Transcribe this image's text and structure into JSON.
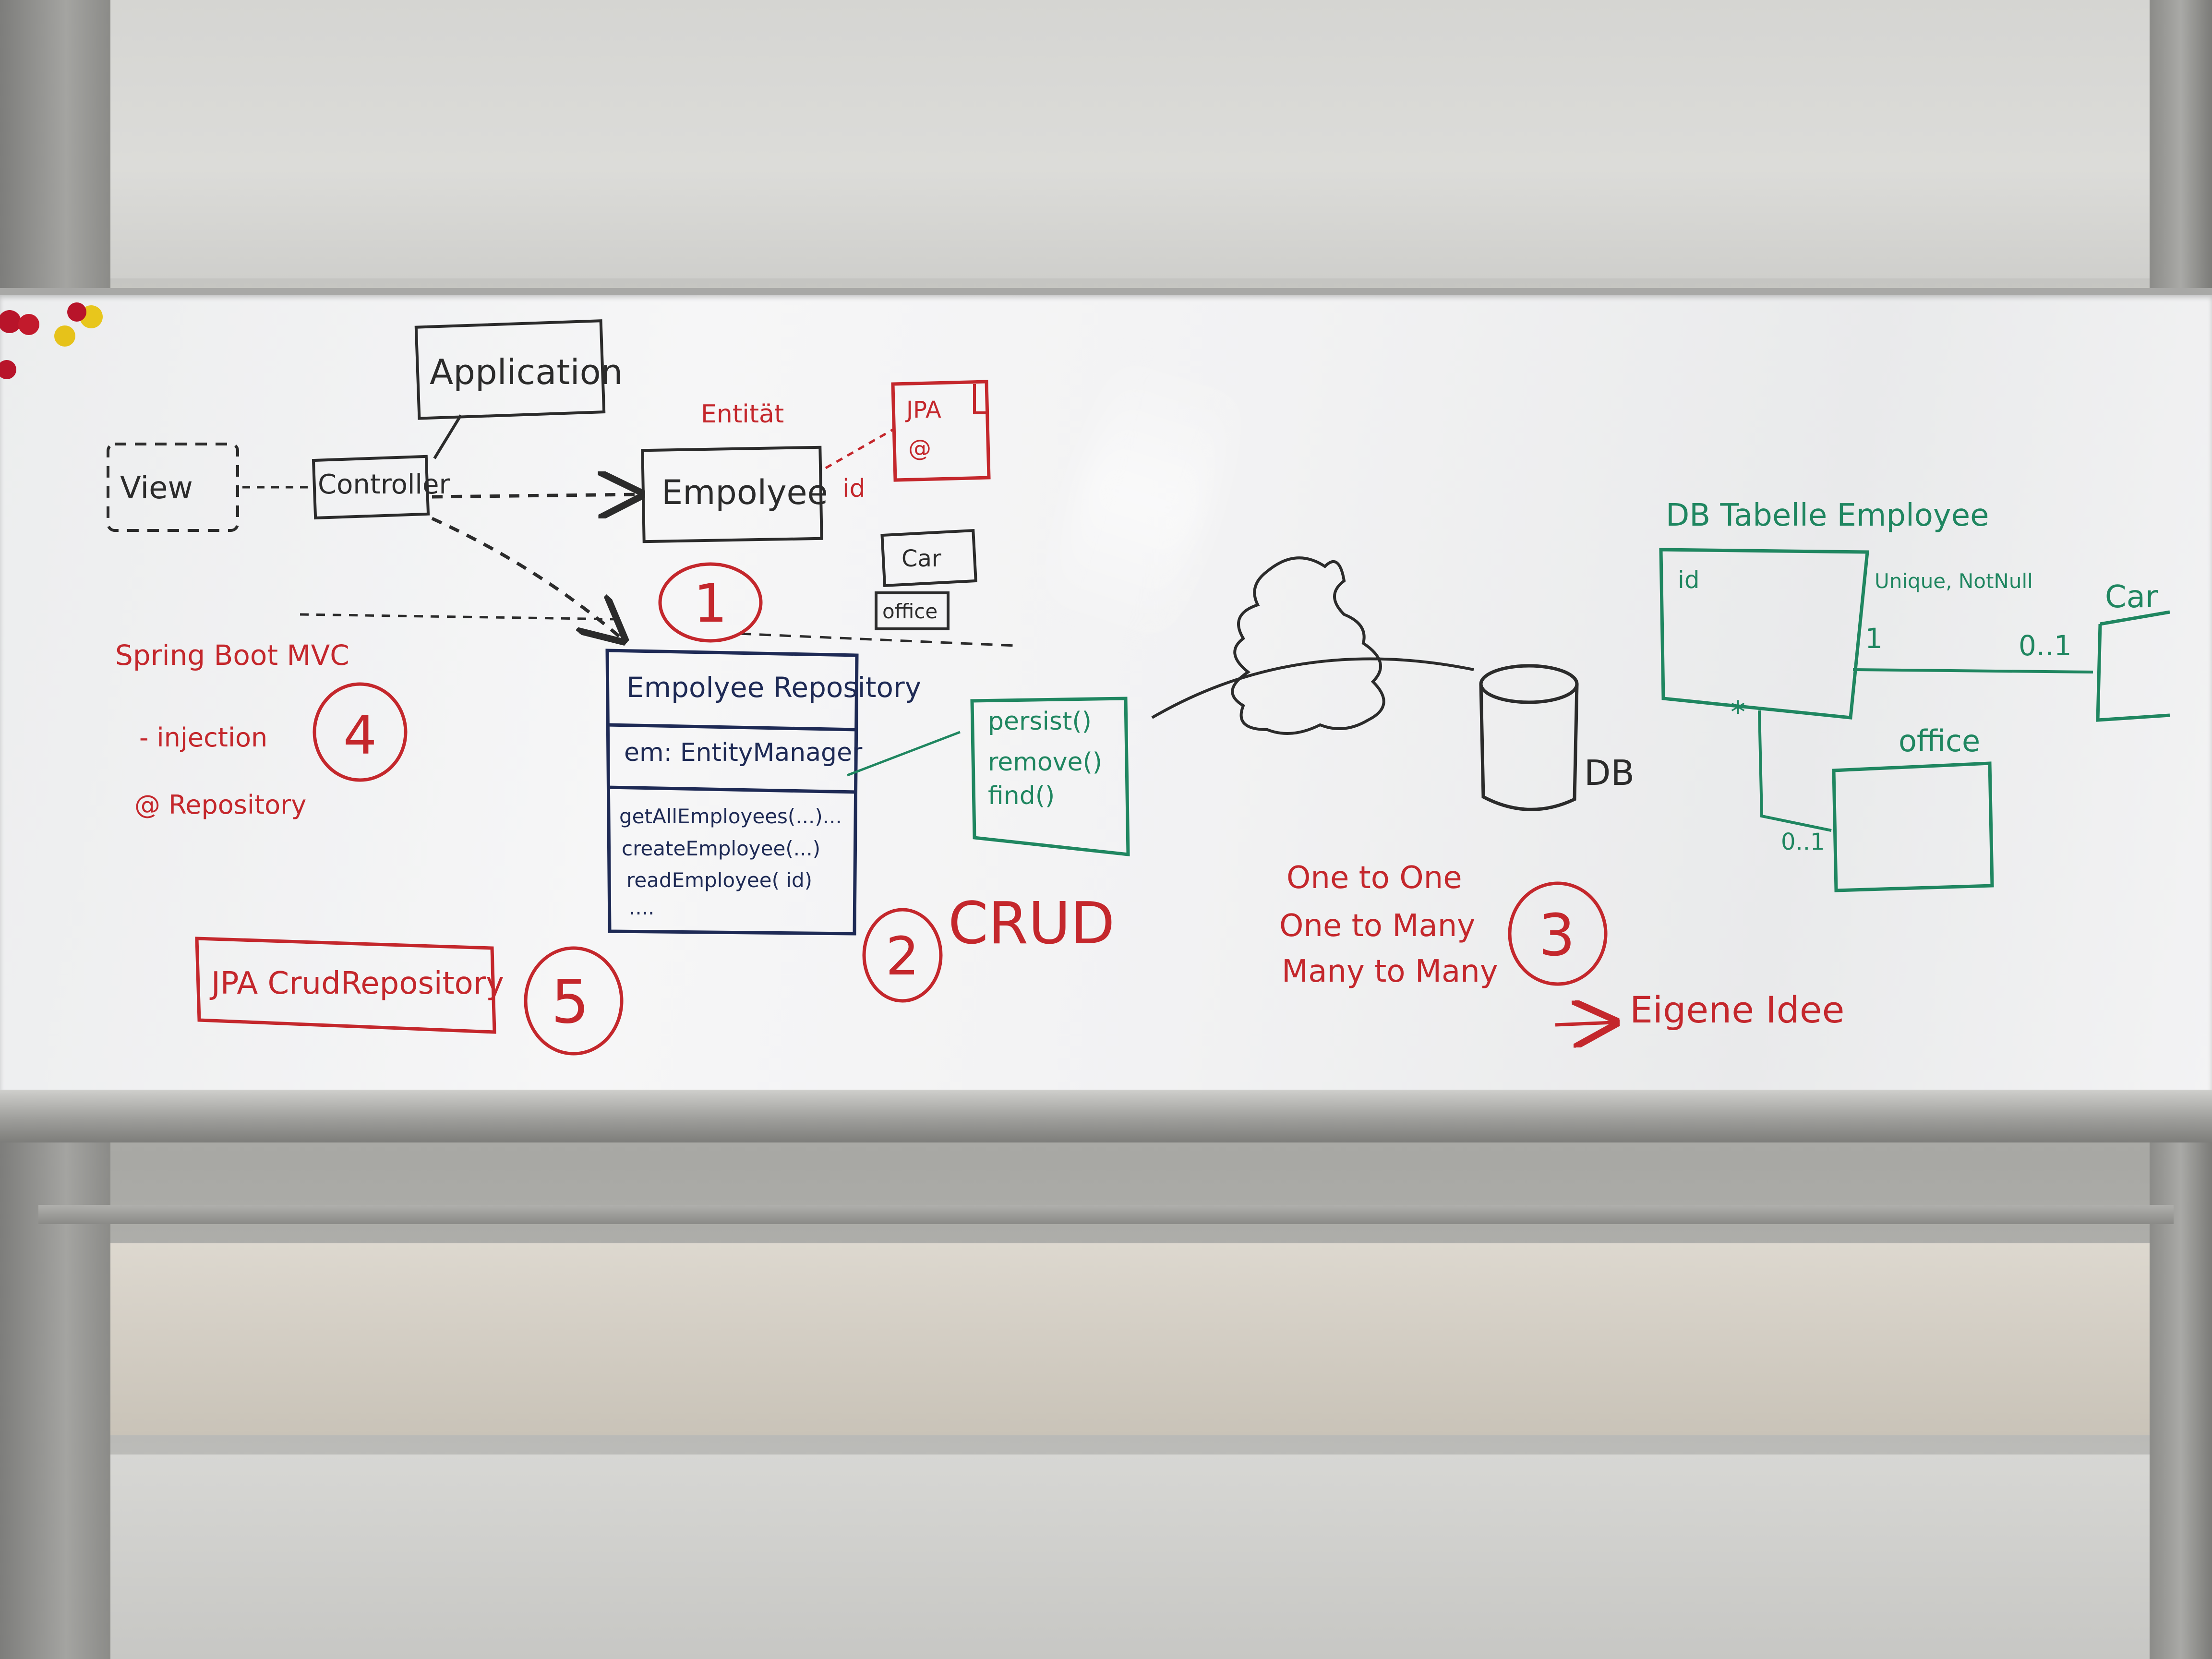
{
  "whiteboard": {
    "architecture": {
      "application": "Application",
      "view": "View",
      "controller": "Controller",
      "employee": "Empolyee",
      "entity_label": "Entität",
      "id_label": "id",
      "jpa_note": "JPA",
      "at_symbol": "@",
      "car": "Car",
      "office": "office",
      "step_1": "1"
    },
    "repository": {
      "title": "Empolyee Repository",
      "field": "em: EntityManager",
      "methods": [
        "getAllEmployees(...)...",
        "createEmployee(...)",
        "readEmployee( id)",
        "...."
      ],
      "step_2": "2",
      "crud": "CRUD"
    },
    "entity_manager": {
      "methods": [
        "persist()",
        "remove()",
        "find()"
      ]
    },
    "database": {
      "label": "DB",
      "relations": [
        "One to One",
        "One to Many",
        "Many to Many"
      ],
      "step_3": "3",
      "own_idea": "Eigene Idee"
    },
    "spring": {
      "title": "Spring Boot MVC",
      "items": [
        "- injection",
        "@ Repository"
      ],
      "step_4": "4"
    },
    "crud_repository": {
      "label": "JPA CrudRepository",
      "step_5": "5"
    },
    "db_table": {
      "title": "DB Tabelle Employee",
      "id_column": "id",
      "constraints": "Unique, NotNull",
      "car": "Car",
      "office": "office",
      "mult_one": "1",
      "mult_zero_one_a": "0..1",
      "mult_star": "*",
      "mult_zero_one_b": "0..1"
    },
    "colors": {
      "black_marker": "#2b2b2b",
      "red_marker": "#c4272c",
      "green_marker": "#1f8660",
      "blue_marker": "#1e2a55",
      "magnet_red": "#b8142a",
      "magnet_yellow": "#e6c21a"
    }
  }
}
